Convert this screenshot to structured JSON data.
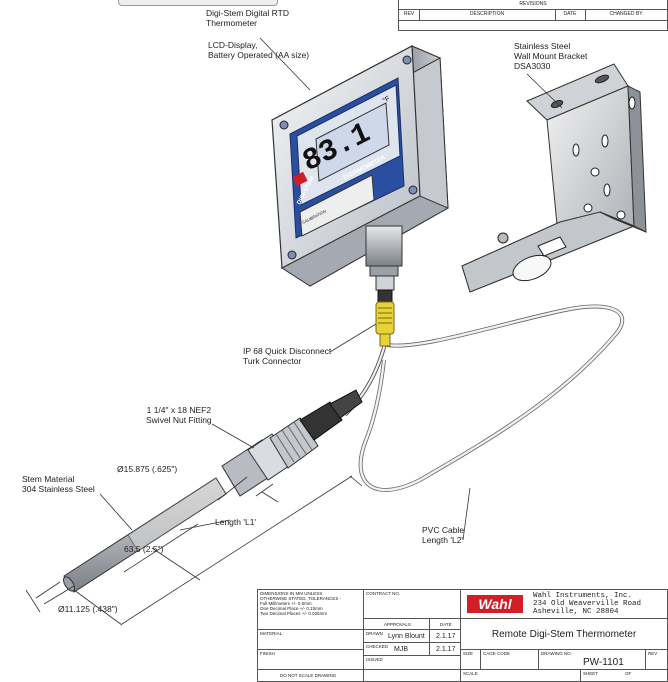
{
  "callouts": {
    "product": "Digi-Stem Digital RTD\nThermometer",
    "display": "LCD-Display,\nBattery Operated (AA size)",
    "bracket": "Stainless Steel\nWall Mount Bracket\nDSA3030",
    "connector": "IP 68 Quick Disconnect\nTurk Connector",
    "fitting": "1 1/4\" x 18 NEF2\nSwivel Nut Fitting",
    "stem": "Stem Material\n304 Stainless Steel",
    "cable": "PVC Cable\nLength 'L2'",
    "dim_fitting": "Ø15.875 (.625\")",
    "dim_length": "Length 'L1'",
    "dim_63": "63.5 (2.5\")",
    "dim_stem": "Ø11.125 (.438\")"
  },
  "device": {
    "reading": "83.1",
    "unit": "°F",
    "brand": "DIGI-STEM",
    "label": "THERMOMETER",
    "calibration": "CALIBRATION"
  },
  "revisions": {
    "title": "REVISIONS",
    "headers": [
      "REV",
      "DESCRIPTION",
      "DATE",
      "CHANGED BY"
    ]
  },
  "title_block": {
    "tolerances": "DIMENSIONS IN MM UNLESS\nOTHERWISE STATED. TOLERANCES -\nFull Millimeters +/- 0.5mm\nOne Decimal Place +/- 0.15mm\nTwo Decimal Places +/- 0.025mm",
    "contract": "CONTRACT NO.",
    "approvals": "APPROVALS",
    "date": "DATE",
    "material": "MATERIAL",
    "drawn": "DRAWN",
    "drawn_by": "Lynn Blount",
    "drawn_date": "2.1.17",
    "checked": "CHECKED",
    "checked_by": "MJB",
    "checked_date": "2.1.17",
    "finish": "FINISH",
    "issued": "ISSUED",
    "no_scale": "DO NOT SCALE DRAWING",
    "logo": "Wahl",
    "company": "Wahl Instruments, Inc.\n234 Old Weaverville Road\nAsheville, NC 28804",
    "drawing_title": "Remote Digi-Stem Thermometer",
    "size": "SIZE",
    "cage": "CAGE CODE",
    "drawing_no_label": "DRAWING NO.",
    "drawing_no": "PW-1101",
    "rev": "REV",
    "scale": "SCALE",
    "sheet": "SHEET",
    "of": "OF"
  },
  "colors": {
    "accent_blue": "#2a4fa0",
    "lcd": "#cfd8e8",
    "logo_red": "#d21f26",
    "connector_yellow": "#e8d23a"
  }
}
